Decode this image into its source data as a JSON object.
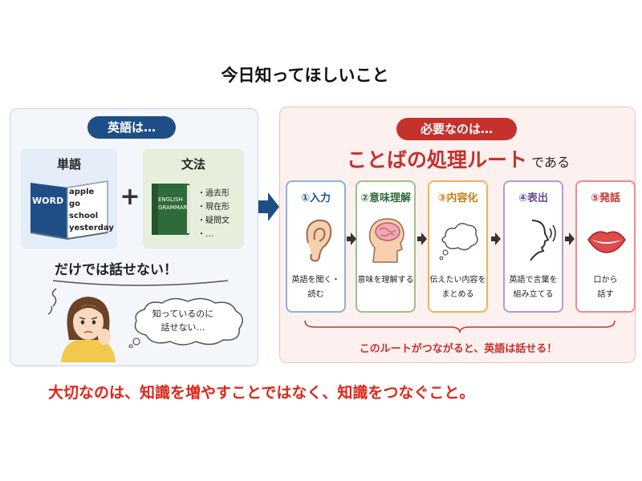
{
  "page_title": "今日知ってほしいこと",
  "left": {
    "pill": "英語は…",
    "words": {
      "heading": "単語",
      "book_label": "WORD",
      "items": [
        "apple",
        "go",
        "school",
        "yesterday"
      ]
    },
    "grammar": {
      "heading": "文法",
      "book_label_1": "ENGLISH",
      "book_label_2": "GRAMMAR",
      "items": [
        "・過去形",
        "・現在形",
        "・疑問文",
        "・…"
      ]
    },
    "plus": "+",
    "cannot_speak": "だけでは話せない！",
    "thought_line1": "知っているのに",
    "thought_line2": "話せない…"
  },
  "right": {
    "pill": "必要なのは…",
    "route_main": "ことばの処理ルート",
    "route_sub": "である",
    "steps": [
      {
        "label": "①入力",
        "desc1": "英語を聞く・",
        "desc2": "読む"
      },
      {
        "label": "②意味理解",
        "desc1": "意味を理解する",
        "desc2": ""
      },
      {
        "label": "③内容化",
        "desc1": "伝えたい内容を",
        "desc2": "まとめる"
      },
      {
        "label": "④表出",
        "desc1": "英語で言葉を",
        "desc2": "組み立てる"
      },
      {
        "label": "⑤発話",
        "desc1": "口から",
        "desc2": "話す"
      }
    ],
    "note": "このルートがつながると、英語は話せる！"
  },
  "conclusion": "大切なのは、知識を増やすことではなく、知識をつなぐこと。",
  "colors": {
    "navy": "#1f4e86",
    "red": "#c5312d",
    "step1": "#8fb0d8",
    "step2": "#9cc08a",
    "step3": "#f0b15a",
    "step4": "#b39ad0",
    "step5": "#ee8a8a"
  }
}
